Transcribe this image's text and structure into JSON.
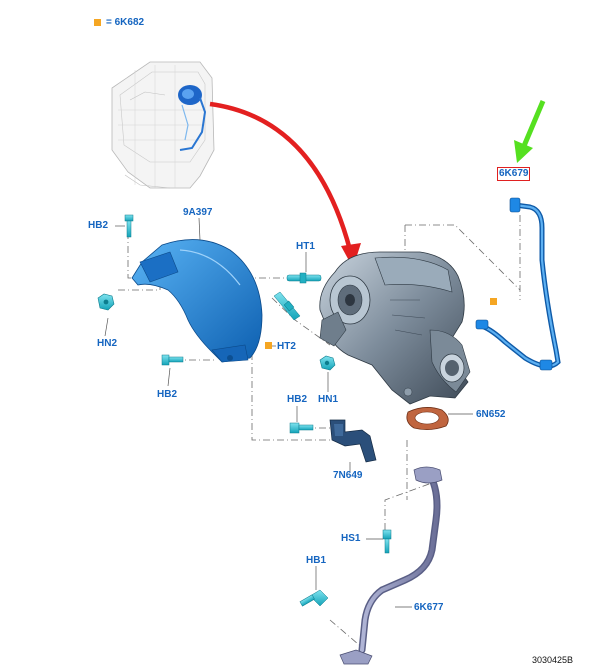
{
  "legend": {
    "marker_color": "#f5a623",
    "text": "= 6K682"
  },
  "colors": {
    "label": "#1565c0",
    "part_blue": "#1e88e5",
    "part_cyan": "#26c6da",
    "pipe_gray": "#8a8fb5",
    "gasket": "#b85a3a",
    "arrow_red": "#e32020",
    "arrow_green": "#55e020",
    "highlight": "#e02020"
  },
  "callouts": {
    "c_6k679": "6K679",
    "c_9a397": "9A397",
    "c_hb2_top": "HB2",
    "c_hn2": "HN2",
    "c_hb2_left": "HB2",
    "c_ht1": "HT1",
    "c_ht2": "HT2",
    "c_hn1": "HN1",
    "c_hb2_mid": "HB2",
    "c_6n652": "6N652",
    "c_7n649": "7N649",
    "c_hs1": "HS1",
    "c_hb1": "HB1",
    "c_6k677": "6K677"
  },
  "highlighted_part": "6K679",
  "illustration_number": "3030425B"
}
